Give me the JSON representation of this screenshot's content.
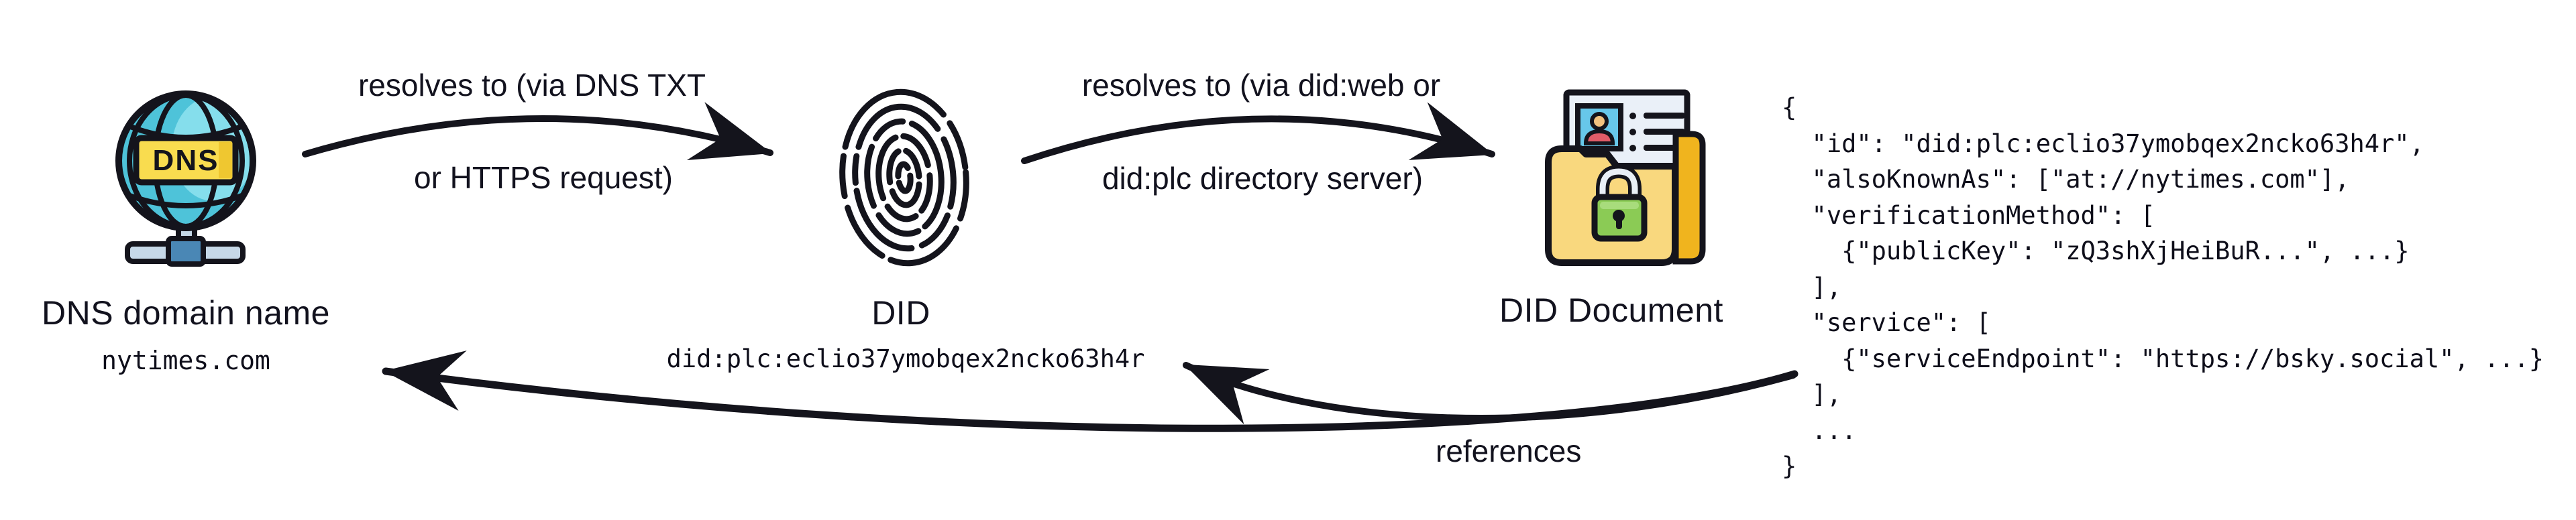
{
  "nodes": {
    "dns": {
      "label": "DNS domain name",
      "value": "nytimes.com",
      "icon": "globe-dns-icon",
      "icon_banner_text": "DNS"
    },
    "did": {
      "label": "DID",
      "value": "did:plc:eclio37ymobqex2ncko63h4r",
      "icon": "fingerprint-icon"
    },
    "did_document": {
      "label": "DID Document",
      "icon": "folder-lock-icon"
    }
  },
  "edges": {
    "dns_to_did": {
      "label_line1": "resolves to (via DNS TXT",
      "label_line2": "or HTTPS request)"
    },
    "did_to_document": {
      "label_line1": "resolves to (via did:web or",
      "label_line2": "did:plc directory server)"
    },
    "document_references": {
      "label": "references"
    }
  },
  "code_block": {
    "language": "json",
    "content": "{\n  \"id\": \"did:plc:eclio37ymobqex2ncko63h4r\",\n  \"alsoKnownAs\": [\"at://nytimes.com\"],\n  \"verificationMethod\": [\n    {\"publicKey\": \"zQ3shXjHeiBuR...\", ...}\n  ],\n  \"service\": [\n    {\"serviceEndpoint\": \"https://bsky.social\", ...}\n  ],\n  ...\n}"
  },
  "colors": {
    "background": "#ffffff",
    "text": "#12121e",
    "arrow": "#14141c",
    "globe_teal": "#4EC3D9",
    "globe_teal_light": "#85DEEC",
    "banner_yellow": "#F9DC4F",
    "banner_yellow_dark": "#EFC730",
    "stand_light_blue": "#C6D8E8",
    "stand_steel_blue": "#4A87B5",
    "folder_yellow": "#F9D87E",
    "folder_back_amber": "#F0B41E",
    "document_sheet": "#EAF0F8",
    "photo_cyan": "#67C7EA",
    "avatar_head_tan": "#F2C27F",
    "avatar_body_red": "#E15C68",
    "lock_green": "#8BCB55",
    "lock_green_light": "#A8DC7C",
    "shackle_light": "#E9EFF6"
  }
}
